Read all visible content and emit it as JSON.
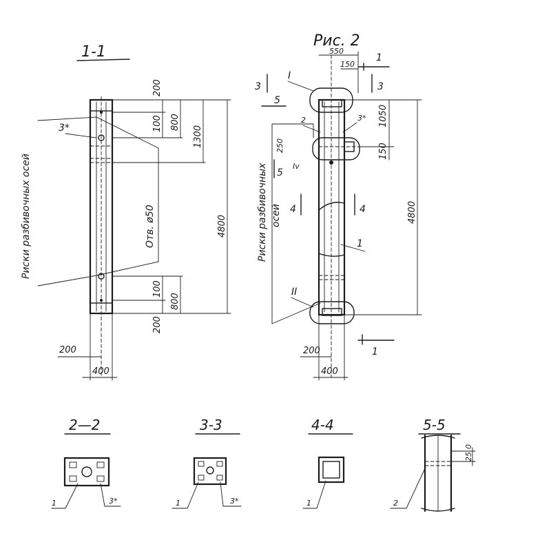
{
  "figure": {
    "title": "Рис. 2",
    "section_view": "1-1"
  },
  "section_view": {
    "callout": "3*",
    "vertical_note": "Риски разбивочных осей",
    "hole_note": "Отв. ø50",
    "dims": {
      "top_a": "200",
      "top_b": "100",
      "top_c": "800",
      "mid": "1300",
      "total": "4800",
      "bot_a": "100",
      "bot_b": "800",
      "bot_c": "200",
      "width_half": "200",
      "width": "400"
    }
  },
  "main_view": {
    "vertical_note_1": "Риски разбивочных",
    "vertical_note_2": "осей",
    "dims": {
      "top_width": "550",
      "top_offset": "150",
      "right_a": "1050",
      "right_b": "150",
      "total": "4800",
      "slot": "250",
      "width_half": "200",
      "width": "400"
    },
    "callouts": {
      "node_top": "I",
      "node_bottom": "II",
      "mid_node": "Iv",
      "item_2": "2",
      "item_3": "3*",
      "item_1": "1"
    },
    "section_marks": {
      "s1_top": "1",
      "s1_bottom": "1",
      "s3_left": "3",
      "s3_right": "3",
      "s4_left": "4",
      "s4_right": "4",
      "s5_top": "5",
      "s5_bottom": "5"
    }
  },
  "sections": [
    {
      "id": "sec-2-2",
      "title": "2—2",
      "labels": [
        "1",
        "3*"
      ]
    },
    {
      "id": "sec-3-3",
      "title": "3-3",
      "labels": [
        "1",
        "3*"
      ]
    },
    {
      "id": "sec-4-4",
      "title": "4-4",
      "labels": [
        "1"
      ]
    },
    {
      "id": "sec-5-5",
      "title": "5-5",
      "labels": [
        "2",
        "0",
        "25"
      ]
    }
  ]
}
